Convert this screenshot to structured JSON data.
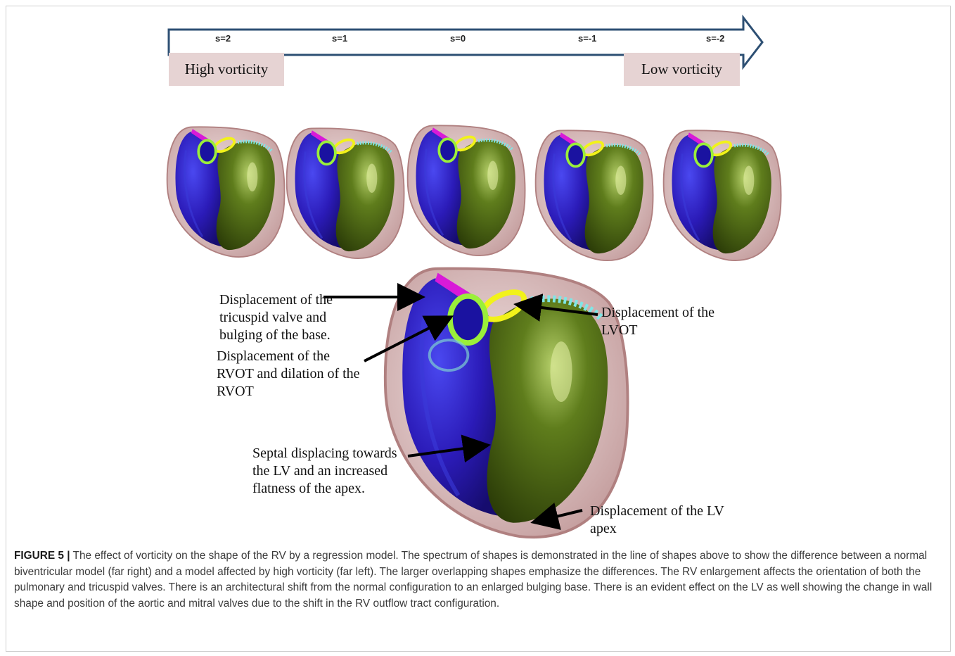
{
  "scale": {
    "labels": [
      "s=2",
      "s=1",
      "s=0",
      "s=-1",
      "s=-2"
    ],
    "high_label": "High vorticity",
    "low_label": "Low vorticity"
  },
  "annotations": {
    "tricuspid": "Displacement of the\ntricuspid valve and\nbulging of the base.",
    "rvot": "Displacement of the\nRVOT and dilation of the\nRVOT",
    "septal": "Septal displacing towards\nthe LV and an increased\nflatness of the apex.",
    "lvot": "Displacement of the\nLVOT",
    "lv_apex": "Displacement of the LV\napex"
  },
  "caption": {
    "label": "FIGURE 5 |",
    "text": " The effect of vorticity on the shape of the RV by a regression model. The spectrum of shapes is demonstrated in the line of shapes above to show the difference between a normal biventricular model (far right) and a model affected by high vorticity (far left). The larger overlapping shapes emphasize the differences. The RV enlargement affects the orientation of both the pulmonary and tricuspid valves. There is an architectural shift from the normal configuration to an enlarged bulging base. There is an evident effect on the LV as well showing the change in wall shape and position of the aortic and mitral valves due to the shift in the RV outflow tract configuration."
  },
  "colors": {
    "rv": "#2b1bb8",
    "lv": "#4f6a17",
    "shell": "#c9a2a2",
    "tag_bg": "#e6d3d3",
    "arrow": "#2d4f73",
    "valve_yellow": "#f2f21a",
    "valve_green": "#9aef3a",
    "valve_cyan": "#7fe6e6",
    "base_magenta": "#d81ad8"
  }
}
